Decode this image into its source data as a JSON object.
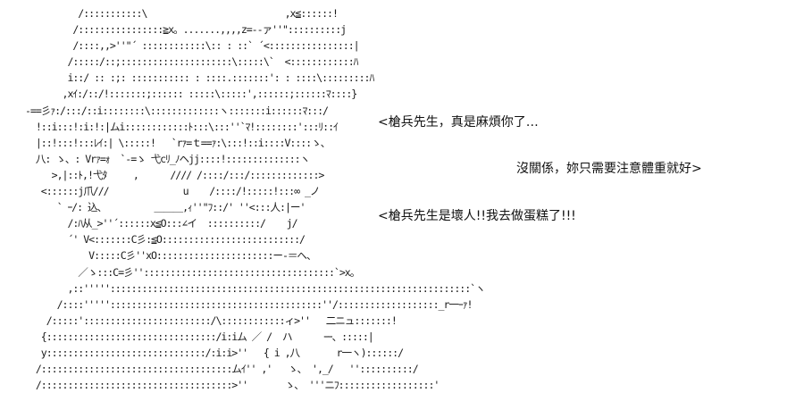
{
  "dialogue": {
    "line1": "<槍兵先生，真是麻煩你了…",
    "line2": "沒關係，妳只需要注意體重就好>",
    "line3": "<槍兵先生是壞人!!我去做蛋糕了!!!"
  },
  "art": {
    "lines": [
      "          /:::::::::::\\                          ,x≦::::::!",
      "         /::::::::::::::::≧x。.......,,,,z=--ァ''\"::::::::::j",
      "         /::::,,>''\"´ ::::::::::::\\:: : ::` ´<::::::::::::::::|",
      "        /:::::/::;:::::::::::::::::::::\\:::::\\`  <::::::::::::ﾊ",
      "        i::/ :: :;: ::::::::::: : ::::.:::::::': : ::::\\:::::::::ﾊ",
      "       ,xｲ:/::/!:::::::;:::::: :::::\\:::::',::::::;::::::ﾏ::::}",
      "-==彡ｧ:/:::/::i::::::::\\:::::::::::::ヽ:::::::i::::::ﾏ:::/",
      "  !::i:::!:i:!:|ムi::::::::::::ﾄ:::\\:::''`ﾏ!::::::::':::ﾘ::ｲ",
      "  |::!:::!:::ﾚｲ:| \\:::::!   `rｧ=ｔ==ｧ:\\:::!::i::::V::::ゝ、",
      "  八: ゝ、: Vrｧ=ｫ  `-=ゝ 弋cﾘ_ﾉヘjj::::!::::::::::::::ヽ",
      "     >,|::ﾄ,!弋ﾀ     ,      //// /::::/:::/:::::::::::::>",
      "   <::::::j爪///              u    /::::/!:::::!:::∞ _ノ",
      "      ` ｰ/: 込、         ＿＿＿,ｨ''\"ﾌ::/' ''<:::人:|ー'",
      "        /:ﾊ从_>''´::::::x≦O:::∠イ  ::::::::::/    j/",
      "        ´' V<:::::::C彡:≦O::::::::::::::::::::::::::/",
      "            V:::::C彡''xO::::::::::::::::::::::ー-＝へ、",
      "          ／ゝ:::C=彡''::::::::::::::::::::::::::::::::::::`>x。",
      "        ,::'''''::::::::::::::::::::::::::::::::::::::::::::::::::::::::::::::::::::`ヽ",
      "      /::::'''''::::::::::::::::::::::::::::::::::::::::''/:::::::::::::::::::_r一ｰｧ!",
      "    /:::::'::::::::::::::::::::::::/\\::::::::::::ィ>''   二ニュ:::::::!",
      "   {::::::::::::::::::::::::::::::::/i:iム ／ /  ハ      ｰｰ、:::::|",
      "   у::::::::::::::::::::::::::::::/:i:i>''   { i ,八       r一ヽ)::::::/",
      "  /::::::::::::::::::::::::::::::::::::ムｲ'' ,'   ゝ、 ',_/   ''::::::::::/",
      "  /::::::::::::::::::::::::::::::::::::>''       ゝ、 '''ニﾌ::::::::::::::::::'"
    ]
  }
}
